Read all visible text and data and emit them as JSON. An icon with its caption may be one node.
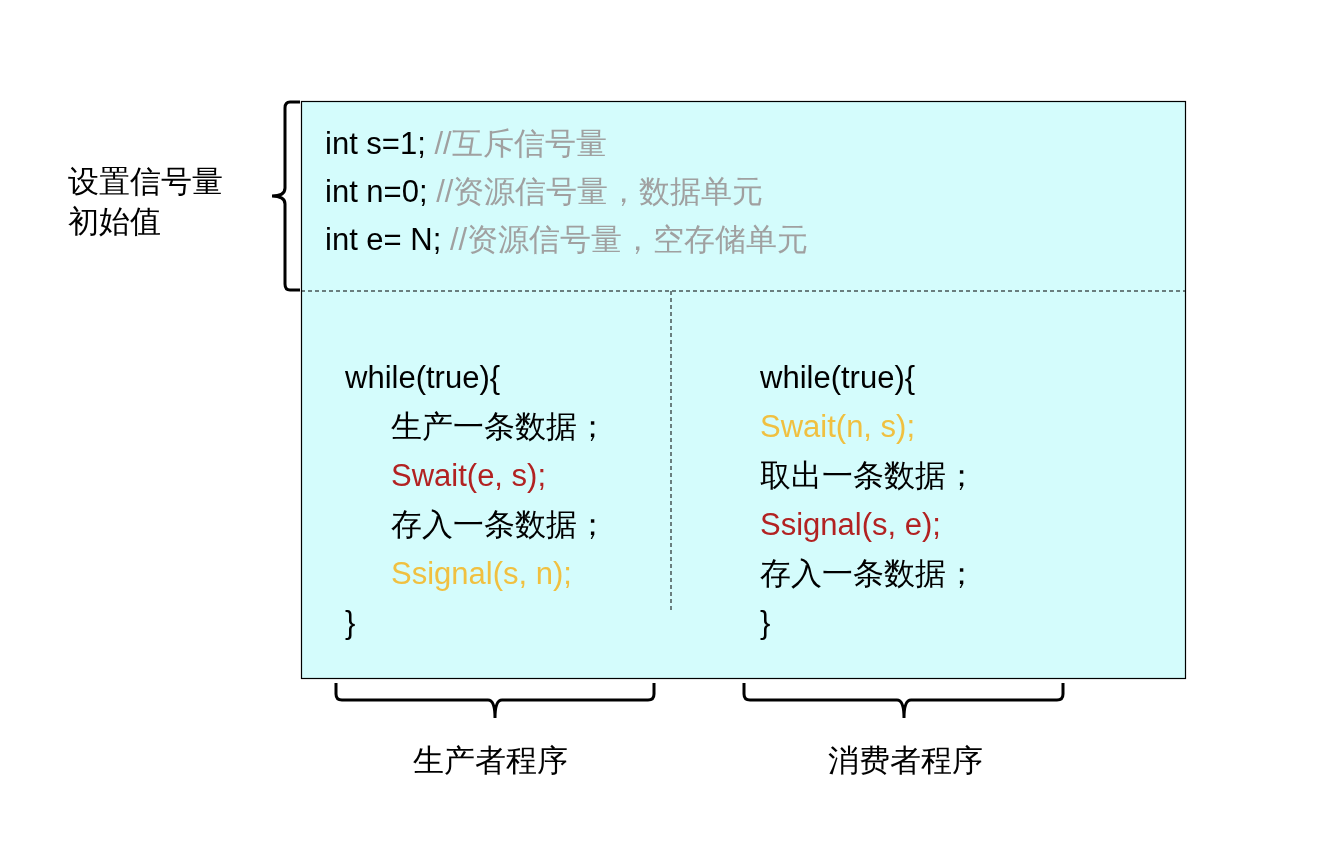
{
  "diagram": {
    "nodes": [
      {
        "text": [
          "int s=1; //互斥信号量",
          "int n=0; //资源信号量，数据单元",
          "int e= N; //资源信号量，空存储单元"
        ]
      },
      {
        "text": [
          "while(true){",
          "生产一条数据；",
          "Swait(e, s);",
          "存入一条数据；",
          "Ssignal(s, n);",
          "}"
        ]
      },
      {
        "text": [
          "while(true){",
          "Swait(n, s);",
          "取出一条数据；",
          "Ssignal(s, e);",
          "存入一条数据；",
          "}"
        ]
      }
    ],
    "labels": [
      "设置信号量初始值",
      "生产者程序",
      "消费者程序"
    ]
  }
}
